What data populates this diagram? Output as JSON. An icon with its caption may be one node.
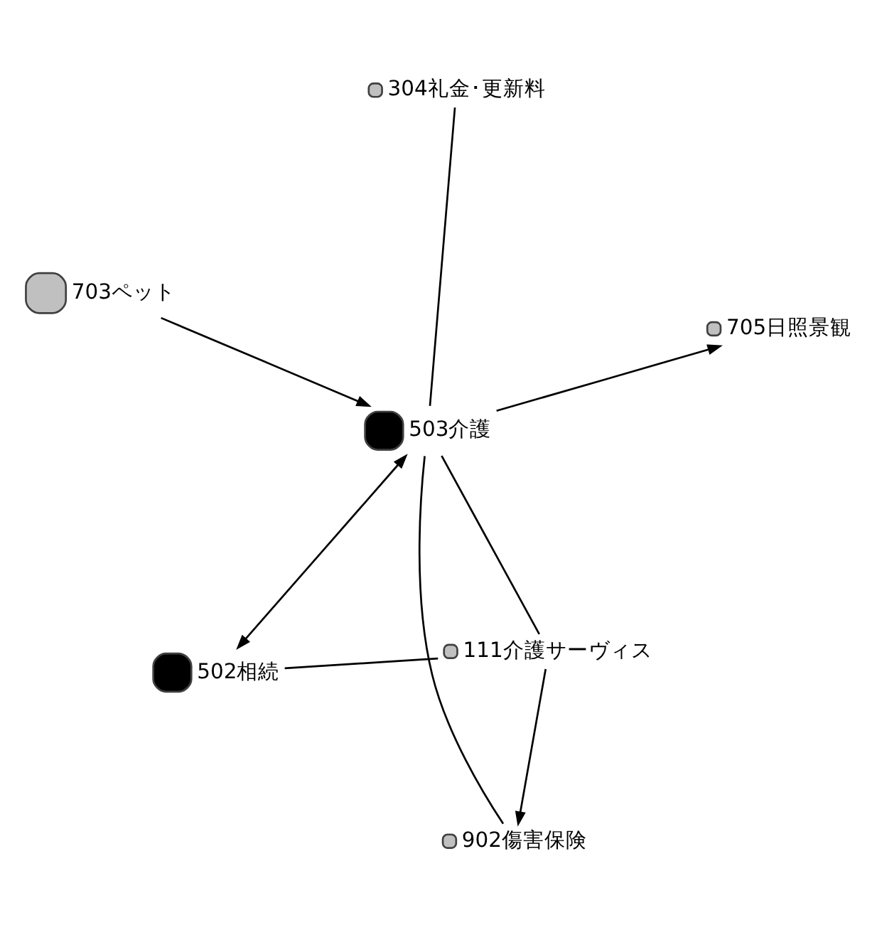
{
  "diagram": {
    "nodes": [
      {
        "text": [
          "703ペット"
        ]
      },
      {
        "text": [
          "705日照景観"
        ]
      },
      {
        "text": [
          "902傷害保険"
        ]
      },
      {
        "text": [
          "503介護"
        ]
      },
      {
        "text": [
          "111介護サーヴィス"
        ]
      },
      {
        "text": [
          "304礼金･更新料"
        ]
      },
      {
        "text": [
          "502相続"
        ]
      }
    ],
    "edges": [
      {
        "from": 0,
        "to": 3,
        "arrow": "to"
      },
      {
        "from": 3,
        "to": 1,
        "arrow": "to"
      },
      {
        "from": 2,
        "to": 3,
        "arrow": "none"
      },
      {
        "from": 4,
        "to": 3,
        "arrow": "none"
      },
      {
        "from": 4,
        "to": 2,
        "arrow": "to"
      },
      {
        "from": 4,
        "to": 6,
        "arrow": "none"
      },
      {
        "from": 5,
        "to": 3,
        "arrow": "none"
      },
      {
        "from": 6,
        "to": 3,
        "arrow": "both"
      }
    ]
  }
}
